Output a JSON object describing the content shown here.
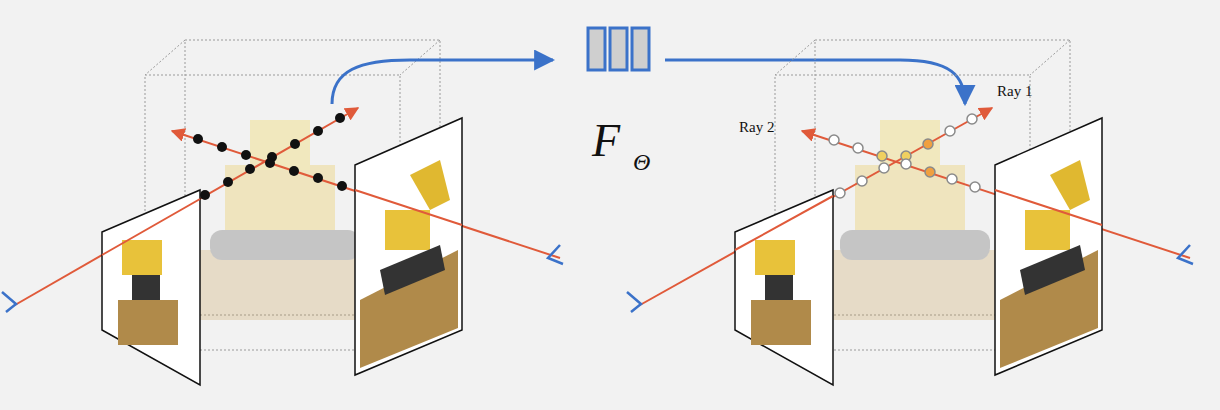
{
  "diagram": {
    "labels": [
      "F",
      "Θ",
      "Ray 1",
      "Ray 2"
    ]
  }
}
